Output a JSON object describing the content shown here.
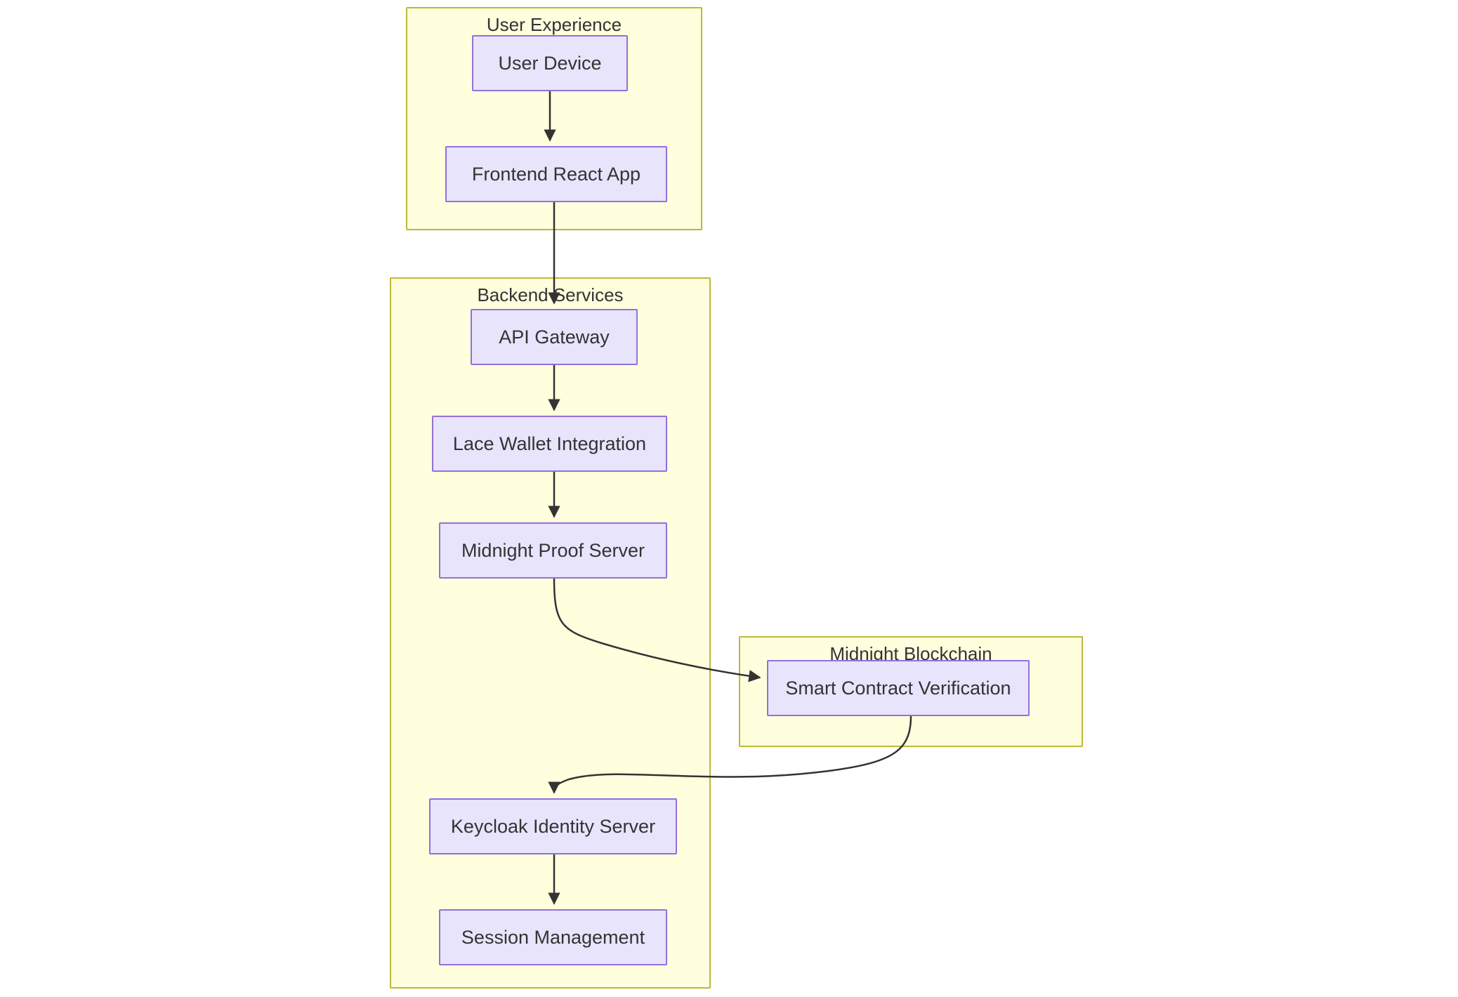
{
  "diagram": {
    "type": "flowchart",
    "direction": "top-down",
    "colors": {
      "cluster_fill": "#ffffde",
      "cluster_stroke": "#bdb935",
      "node_fill": "#e8e4fc",
      "node_stroke": "#9370db",
      "text": "#333333",
      "edge_stroke": "#333333",
      "canvas": "#ffffff"
    },
    "clusters": [
      {
        "id": "user-experience",
        "label": "User Experience"
      },
      {
        "id": "backend-services",
        "label": "Backend Services"
      },
      {
        "id": "midnight-blockchain",
        "label": "Midnight Blockchain"
      }
    ],
    "nodes": [
      {
        "id": "user-device",
        "label": "User Device",
        "cluster": "user-experience"
      },
      {
        "id": "frontend-react-app",
        "label": "Frontend React App",
        "cluster": "user-experience"
      },
      {
        "id": "api-gateway",
        "label": "API Gateway",
        "cluster": "backend-services"
      },
      {
        "id": "lace-wallet-integration",
        "label": "Lace Wallet Integration",
        "cluster": "backend-services"
      },
      {
        "id": "midnight-proof-server",
        "label": "Midnight Proof Server",
        "cluster": "backend-services"
      },
      {
        "id": "smart-contract-verification",
        "label": "Smart Contract Verification",
        "cluster": "midnight-blockchain"
      },
      {
        "id": "keycloak-identity-server",
        "label": "Keycloak Identity Server",
        "cluster": "backend-services"
      },
      {
        "id": "session-management",
        "label": "Session Management",
        "cluster": "backend-services"
      }
    ],
    "edges": [
      {
        "from": "user-device",
        "to": "frontend-react-app",
        "label": "",
        "style": "straight-arrow"
      },
      {
        "from": "frontend-react-app",
        "to": "api-gateway",
        "label": "",
        "style": "straight-arrow"
      },
      {
        "from": "api-gateway",
        "to": "lace-wallet-integration",
        "label": "",
        "style": "straight-arrow"
      },
      {
        "from": "lace-wallet-integration",
        "to": "midnight-proof-server",
        "label": "",
        "style": "straight-arrow"
      },
      {
        "from": "midnight-proof-server",
        "to": "smart-contract-verification",
        "label": "",
        "style": "curved-arrow"
      },
      {
        "from": "smart-contract-verification",
        "to": "keycloak-identity-server",
        "label": "",
        "style": "curved-arrow"
      },
      {
        "from": "keycloak-identity-server",
        "to": "session-management",
        "label": "",
        "style": "straight-arrow"
      }
    ]
  }
}
